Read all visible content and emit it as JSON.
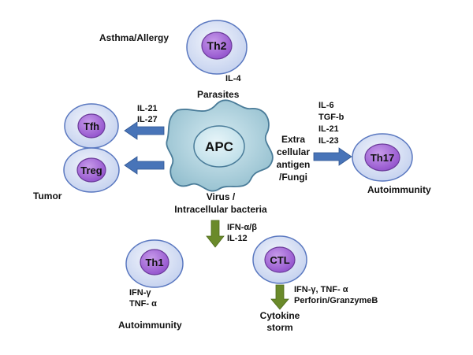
{
  "colors": {
    "outer_cell_fill": "#d7e0f5",
    "outer_cell_stroke": "#5a78c0",
    "nucleus_fill": "#a66bd8",
    "nucleus_stroke": "#6a3a99",
    "apc_fill": "#a8ccd8",
    "apc_stroke": "#4a7c99",
    "blue_arrow": "#4874b8",
    "green_arrow": "#6a8a2a"
  },
  "apc": {
    "label": "APC"
  },
  "cells": {
    "th2": "Th2",
    "tfh": "Tfh",
    "treg": "Treg",
    "th17": "Th17",
    "th1": "Th1",
    "ctl": "CTL"
  },
  "labels": {
    "asthma_allergy": "Asthma/Allergy",
    "il4": "IL-4",
    "parasites": "Parasites",
    "tfh_cytokines": [
      "IL-21",
      "IL-27"
    ],
    "tumor": "Tumor",
    "th17_cytokines": [
      "IL-6",
      "TGF-b",
      "IL-21",
      "IL-23"
    ],
    "extracellular": [
      "Extra",
      "cellular",
      "antigen",
      "/Fungi"
    ],
    "autoimmunity_th17": "Autoimmunity",
    "virus": [
      "Virus /",
      "Intracellular bacteria"
    ],
    "th1_inducers": [
      "IFN-α/β",
      "IL-12"
    ],
    "th1_cytokines": [
      "IFN-γ",
      "TNF- α"
    ],
    "autoimmunity_th1": "Autoimmunity",
    "ctl_cytokines": [
      "IFN-γ, TNF- α",
      "Perforin/GranzymeB"
    ],
    "cytokine_storm": [
      "Cytokine",
      "storm"
    ]
  }
}
